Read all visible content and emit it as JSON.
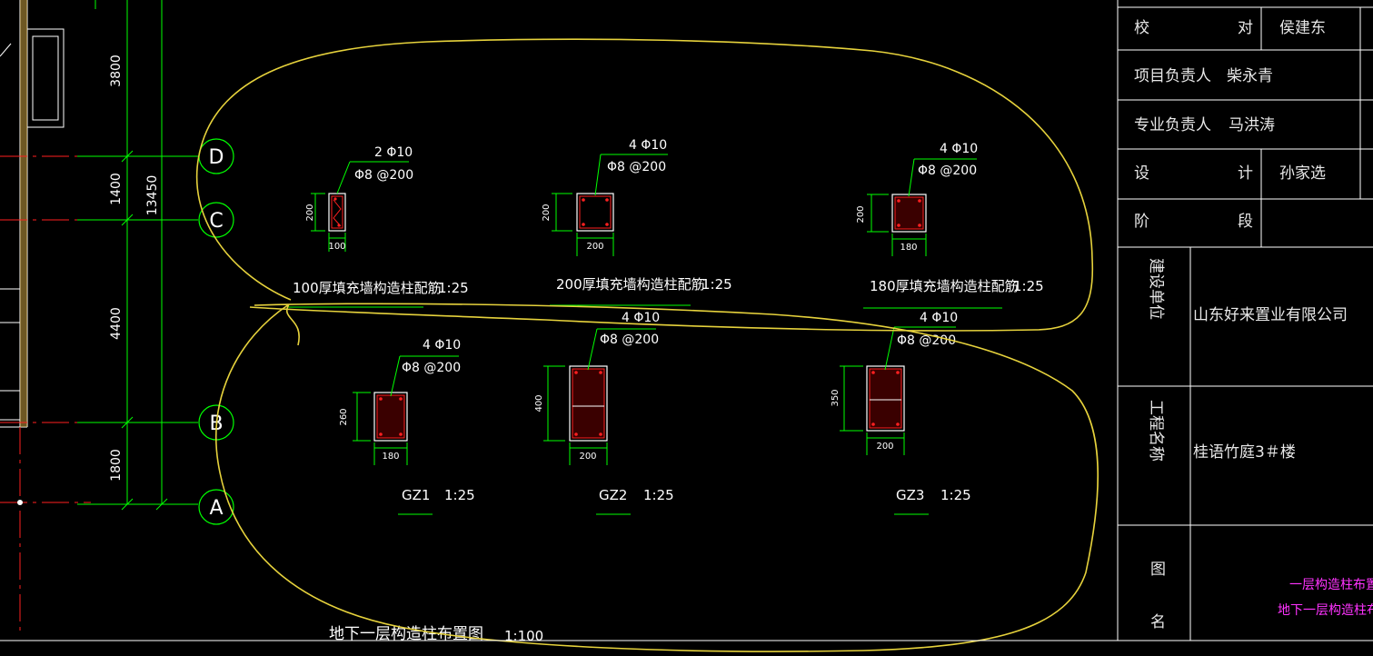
{
  "colors": {
    "background": "#000000",
    "green": "#00ff00",
    "red": "#ff0000",
    "yellow": "#e6d23c",
    "white": "#ffffff",
    "magenta": "#ff33ff"
  },
  "title_block": {
    "checker_label_1": "校",
    "checker_label_2": "对",
    "checker_name": "侯建东",
    "project_lead_label": "项目负责人",
    "project_lead_name": "柴永青",
    "discipline_lead_label": "专业负责人",
    "discipline_lead_name": "马洪涛",
    "designer_label_1": "设",
    "designer_label_2": "计",
    "designer_name": "孙家选",
    "phase_label_1": "阶",
    "phase_label_2": "段",
    "client_label": "建设单位",
    "client_name": "山东好来置业有限公司",
    "project_label": "工程名称",
    "project_name": "桂语竹庭3＃楼",
    "drawing_label_1": "图",
    "drawing_label_2": "名",
    "drawing_name_1": "一层构造柱布置",
    "drawing_name_2": "地下一层构造柱布"
  },
  "axes": {
    "D": "D",
    "C": "C",
    "B": "B",
    "A": "A"
  },
  "dimensions": {
    "d3800": "3800",
    "d1400": "1400",
    "d4400": "4400",
    "d1800": "1800",
    "d13450": "13450"
  },
  "details": {
    "wall100": {
      "main_bars": "2 Φ10",
      "stirrup": "Φ8 @200",
      "height": "200",
      "width": "100",
      "title": "100厚填充墙构造柱配筋",
      "scale": "1:25"
    },
    "wall200": {
      "main_bars": "4 Φ10",
      "stirrup": "Φ8 @200",
      "height": "200",
      "width": "200",
      "title": "200厚填充墙构造柱配筋",
      "scale": "1:25"
    },
    "wall180": {
      "main_bars": "4 Φ10",
      "stirrup": "Φ8 @200",
      "height": "200",
      "width": "180",
      "title": "180厚填充墙构造柱配筋",
      "scale": "1:25"
    },
    "gz1": {
      "main_bars": "4 Φ10",
      "stirrup": "Φ8 @200",
      "height": "260",
      "width": "180",
      "title": "GZ1",
      "scale": "1:25"
    },
    "gz2": {
      "main_bars": "4 Φ10",
      "stirrup": "Φ8 @200",
      "height": "400",
      "width": "200",
      "title": "GZ2",
      "scale": "1:25"
    },
    "gz3": {
      "main_bars": "4 Φ10",
      "stirrup": "Φ8 @200",
      "height": "350",
      "width": "200",
      "title": "GZ3",
      "scale": "1:25"
    }
  },
  "plan_title": "地下一层构造柱布置图",
  "plan_scale": "1:100"
}
